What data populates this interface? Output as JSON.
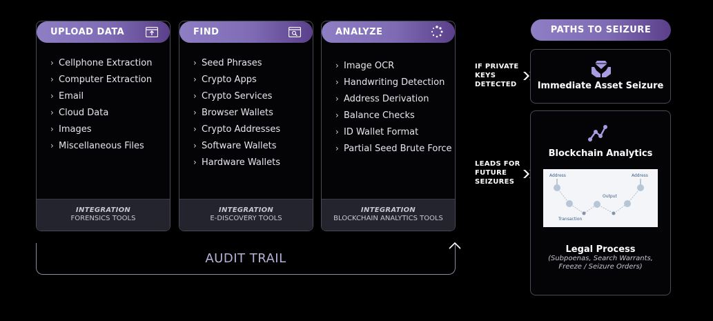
{
  "columns": [
    {
      "title": "UPLOAD DATA",
      "icon": "upload-icon",
      "items": [
        "Cellphone Extraction",
        "Computer Extraction",
        "Email",
        "Cloud Data",
        "Images",
        "Miscellaneous Files"
      ],
      "integration_title": "INTEGRATION",
      "integration_sub": "FORENSICS TOOLS"
    },
    {
      "title": "FIND",
      "icon": "search-window-icon",
      "items": [
        "Seed Phrases",
        "Crypto Apps",
        "Crypto Services",
        "Browser Wallets",
        "Crypto Addresses",
        "Software Wallets",
        "Hardware Wallets"
      ],
      "integration_title": "INTEGRATION",
      "integration_sub": "E-DISCOVERY TOOLS"
    },
    {
      "title": "ANALYZE",
      "icon": "loading-dots-icon",
      "items": [
        "Image OCR",
        "Handwriting Detection",
        "Address Derivation",
        "Balance Checks",
        "ID Wallet Format",
        "Partial Seed Brute Force"
      ],
      "integration_title": "INTEGRATION",
      "integration_sub": "BLOCKCHAIN ANALYTICS TOOLS"
    }
  ],
  "chevron": "›",
  "audit_trail": "AUDIT TRAIL",
  "paths": {
    "title": "PATHS TO SEIZURE",
    "private_keys_label": [
      "IF PRIVATE",
      "KEYS",
      "DETECTED"
    ],
    "leads_label": [
      "LEADS FOR",
      "FUTURE",
      "SEIZURES"
    ],
    "immediate_title": "Immediate Asset Seizure",
    "analytics_title": "Blockchain Analytics",
    "analytics_image_labels": {
      "address_left": "Address",
      "address_right": "Address",
      "output": "Output",
      "transaction": "Transaction"
    },
    "legal_title": "Legal Process",
    "legal_sub_line1": "(Subpoenas, Search Warrants,",
    "legal_sub_line2": "Freeze / Seizure Orders)"
  },
  "colors": {
    "accent_gradient_start": "#8e7ec4",
    "accent_gradient_end": "#5b3f8a",
    "icon_purple": "#a99be0",
    "background": "#000000",
    "panel_border": "#4a4a58"
  }
}
